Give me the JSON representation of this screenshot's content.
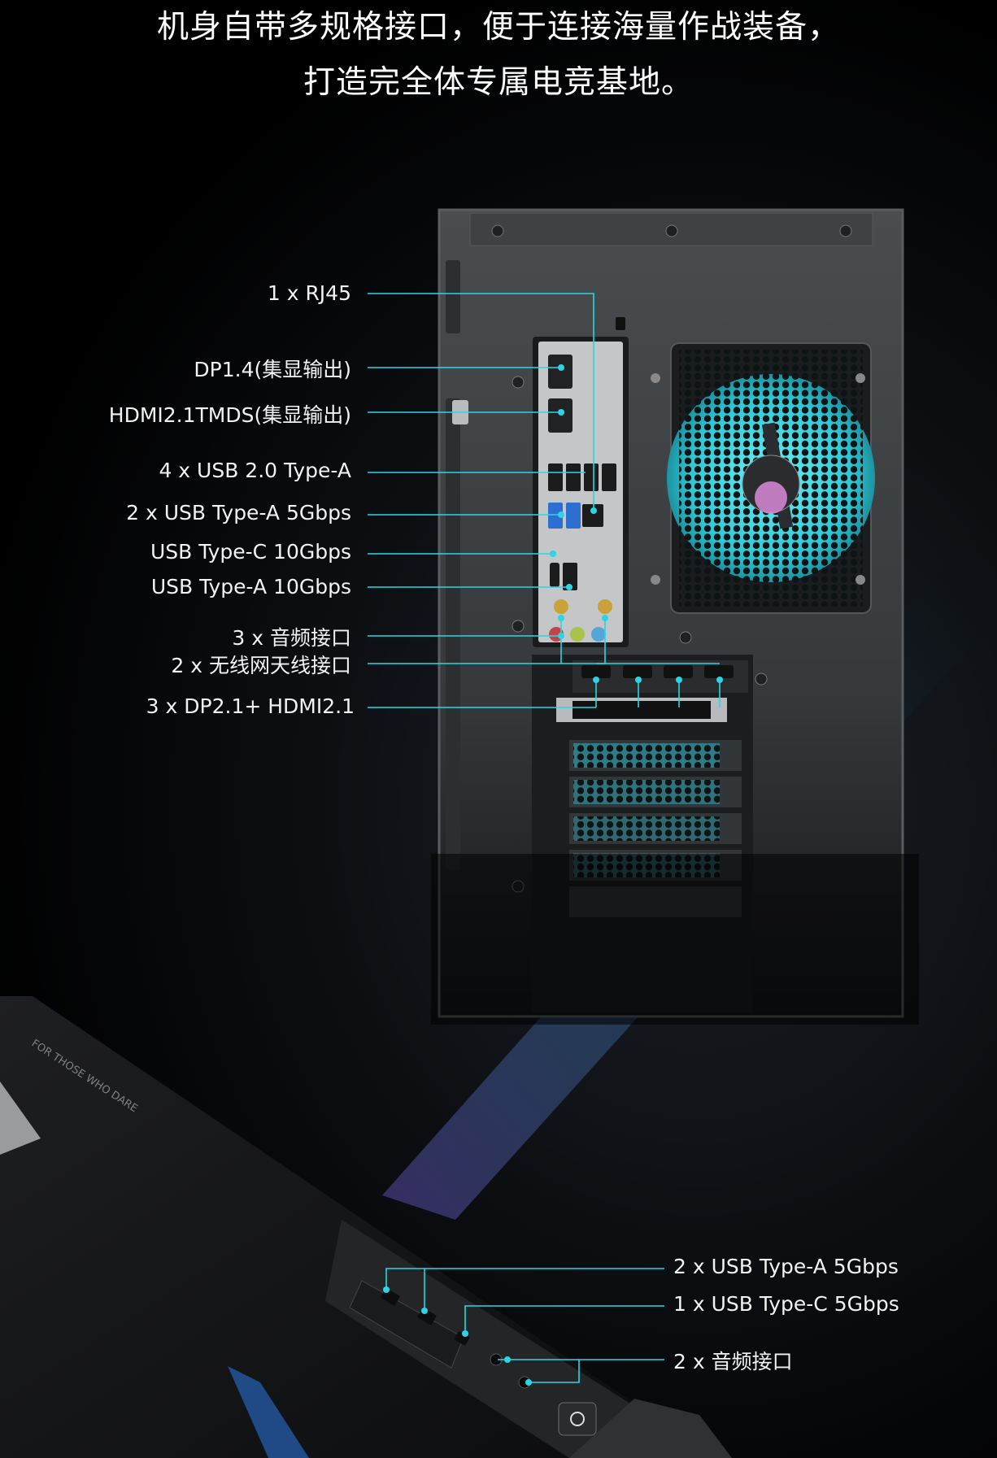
{
  "headline": {
    "line1": "机身自带多规格接口，便于连接海量作战装备，",
    "line2": "打造完全体专属电竞基地。"
  },
  "rear_ports": [
    {
      "label": "1 x RJ45"
    },
    {
      "label": "DP1.4(集显输出)"
    },
    {
      "label": "HDMI2.1TMDS(集显输出)"
    },
    {
      "label": "4 x USB 2.0 Type-A"
    },
    {
      "label": "2 x USB Type-A 5Gbps"
    },
    {
      "label": "USB Type-C 10Gbps"
    },
    {
      "label": "USB Type-A 10Gbps"
    },
    {
      "label": "3 x 音频接口"
    },
    {
      "label": "2 x 无线网天线接口"
    },
    {
      "label": "3 x DP2.1+ HDMI2.1"
    }
  ],
  "front_ports": [
    {
      "label": "2 x USB Type-A 5Gbps"
    },
    {
      "label": "1 x USB Type-C 5Gbps"
    },
    {
      "label": "2 x 音频接口"
    }
  ],
  "colors": {
    "accent": "#2ad6e6",
    "case": "#3d4043",
    "fan": "#39d3dc"
  }
}
